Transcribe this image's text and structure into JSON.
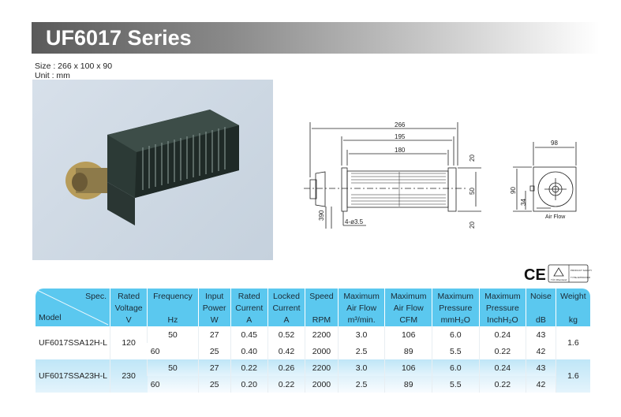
{
  "header": {
    "title": "UF6017 Series"
  },
  "info": {
    "size": "Size : 266 x 100 x 90",
    "unit": "Unit  : mm"
  },
  "drawing": {
    "dims": {
      "overall": "266",
      "mid": "195",
      "inner": "180",
      "top": "20",
      "height_mid": "50",
      "bottom": "20",
      "lead": "390",
      "holes": "4-ø3.5"
    },
    "side": {
      "width": "98",
      "height": "90",
      "axis": "34",
      "airflow": "Air Flow"
    }
  },
  "certs": {
    "ce": "CE",
    "tuv": "TÜV Rheinland",
    "tuv_safety": "PRODUCT SAFETY",
    "tuv_type": "TYPE APPROVED"
  },
  "table": {
    "corner_spec": "Spec.",
    "corner_model": "Model",
    "headers": [
      {
        "l1": "Rated",
        "l2": "Voltage",
        "unit": "V"
      },
      {
        "l1": "Frequency",
        "l2": "",
        "unit": "Hz"
      },
      {
        "l1": "Input",
        "l2": "Power",
        "unit": "W"
      },
      {
        "l1": "Rated",
        "l2": "Current",
        "unit": "A"
      },
      {
        "l1": "Locked",
        "l2": "Current",
        "unit": "A"
      },
      {
        "l1": "Speed",
        "l2": "",
        "unit": "RPM"
      },
      {
        "l1": "Maximum",
        "l2": "Air Flow",
        "unit": "m³/min."
      },
      {
        "l1": "Maximum",
        "l2": "Air Flow",
        "unit": "CFM"
      },
      {
        "l1": "Maximum",
        "l2": "Pressure",
        "unit": "mmH₂O"
      },
      {
        "l1": "Maximum",
        "l2": "Pressure",
        "unit": "InchH₂O"
      },
      {
        "l1": "Noise",
        "l2": "",
        "unit": "dB"
      },
      {
        "l1": "Weight",
        "l2": "",
        "unit": "kg"
      }
    ],
    "groups": [
      {
        "model": "UF6017SSA12H-L",
        "voltage": "120",
        "weight": "1.6",
        "rows": [
          [
            "50",
            "27",
            "0.45",
            "0.52",
            "2200",
            "3.0",
            "106",
            "6.0",
            "0.24",
            "43"
          ],
          [
            "60",
            "25",
            "0.40",
            "0.42",
            "2000",
            "2.5",
            "89",
            "5.5",
            "0.22",
            "42"
          ]
        ]
      },
      {
        "model": "UF6017SSA23H-L",
        "voltage": "230",
        "weight": "1.6",
        "rows": [
          [
            "50",
            "27",
            "0.22",
            "0.26",
            "2200",
            "3.0",
            "106",
            "6.0",
            "0.24",
            "43"
          ],
          [
            "60",
            "25",
            "0.20",
            "0.22",
            "2000",
            "2.5",
            "89",
            "5.5",
            "0.22",
            "42"
          ]
        ]
      }
    ]
  }
}
